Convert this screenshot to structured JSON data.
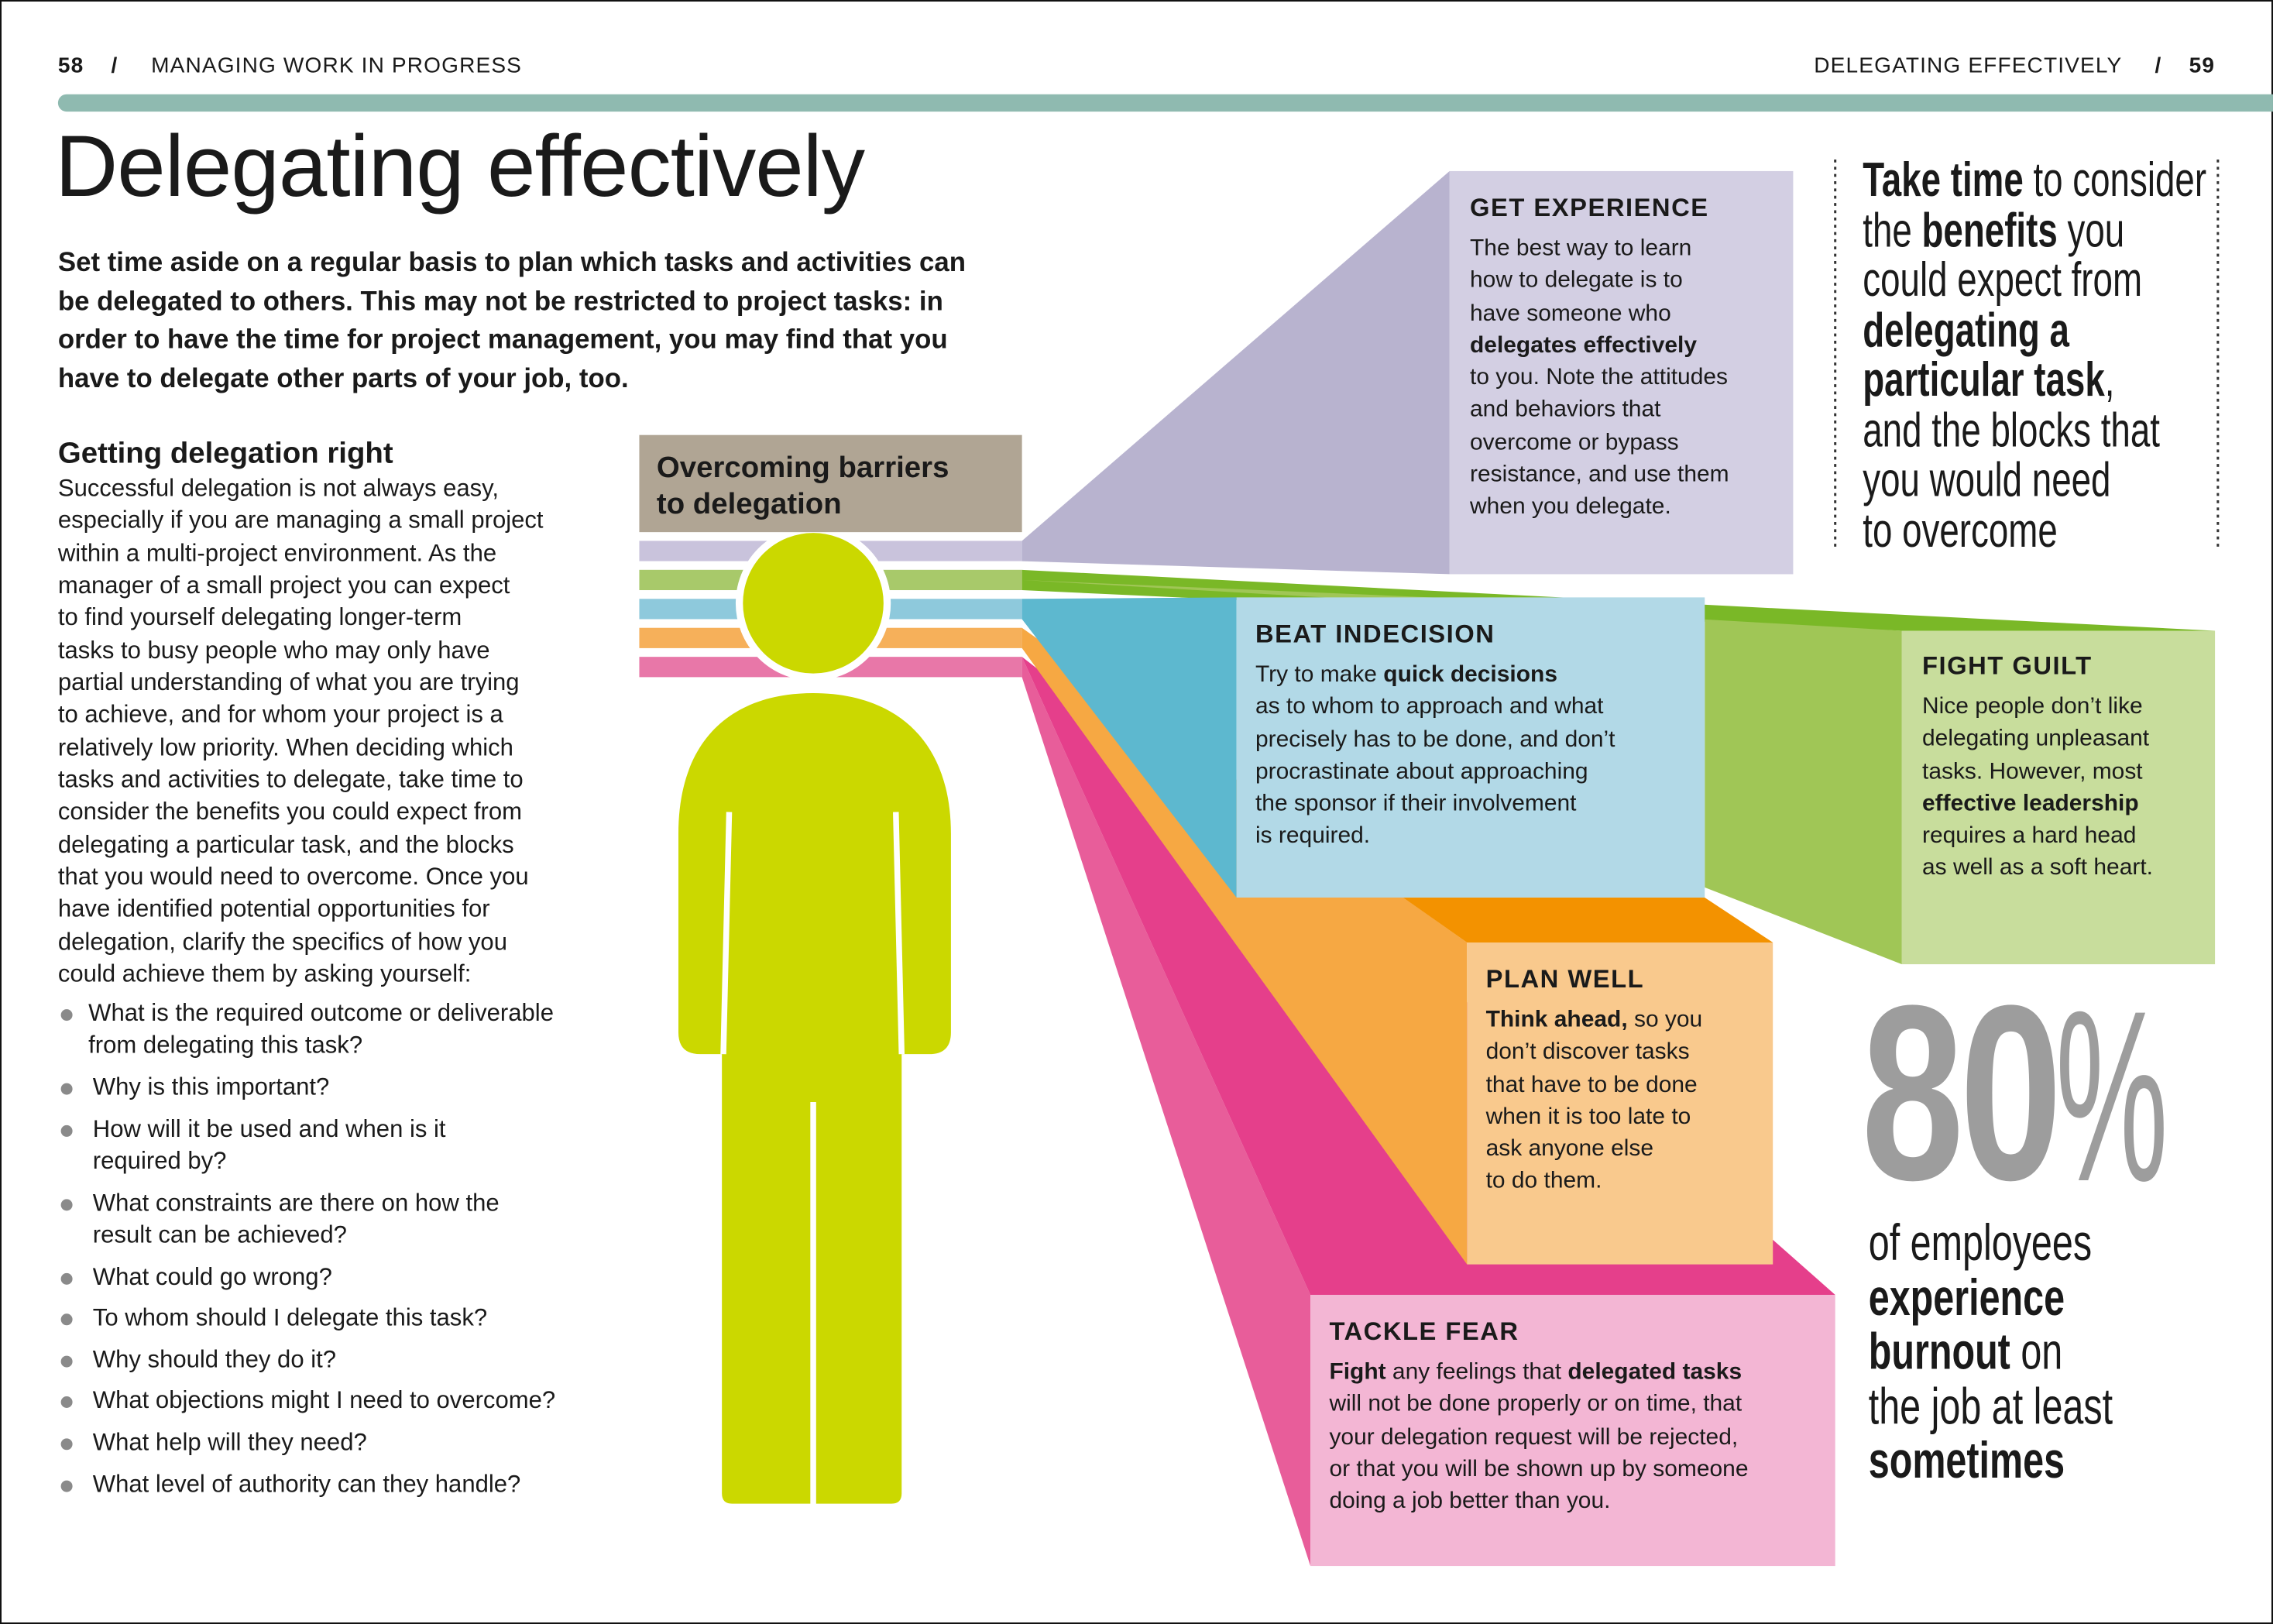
{
  "header": {
    "left_page_number": "58",
    "left_section": "MANAGING WORK IN PROGRESS",
    "right_section": "DELEGATING EFFECTIVELY",
    "right_page_number": "59",
    "separator": "/"
  },
  "title": "Delegating effectively",
  "intro_lines": [
    "Set time aside on a regular basis to plan which tasks and activities can",
    "be delegated to others. This may not be restricted to project tasks: in",
    "order to have the time for project management, you may find that you",
    "have to delegate other parts of your job, too."
  ],
  "section_heading": "Getting delegation right",
  "body_lines": [
    "Successful delegation is not always easy,",
    "especially if you are managing a small project",
    "within a multi-project environment. As the",
    "manager of a small project you can expect",
    "to find yourself delegating longer-term",
    "tasks to busy people who may only have",
    "partial understanding of what you are trying",
    "to achieve, and for whom your project is a",
    "relatively low priority. When deciding which",
    "tasks and activities to delegate, take time to",
    "consider the benefits you could expect from",
    "delegating a particular task, and the blocks",
    "that you would need to overcome. Once you",
    "have identified potential opportunities for",
    "delegation, clarify the specifics of how you",
    "could achieve them by asking yourself:"
  ],
  "questions": [
    [
      "What is the required outcome or deliverable",
      "from delegating this task?"
    ],
    [
      "Why is this important?"
    ],
    [
      "How will it be used and when is it",
      "required by?"
    ],
    [
      "What constraints are there on how the",
      "result can be achieved?"
    ],
    [
      "What could go wrong?"
    ],
    [
      "To whom should I delegate this task?"
    ],
    [
      "Why should they do it?"
    ],
    [
      "What objections might I need to overcome?"
    ],
    [
      "What help will they need?"
    ],
    [
      "What level of authority can they handle?"
    ]
  ],
  "diagram": {
    "label_lines": [
      "Overcoming barriers",
      "to delegation"
    ],
    "colors": {
      "label_bg": "#b0a594",
      "figure": "#cbd800",
      "lavender": "#c9c3dc",
      "green": "#a8c96a",
      "blue": "#8ec9dc",
      "orange": "#f6b05a",
      "pink": "#e877a8",
      "accent_teal": "#8fbab0",
      "stat_gray": "#9d9d9d"
    },
    "get_experience": {
      "heading": "GET EXPERIENCE",
      "lines": [
        "The best way to learn",
        "how to delegate is to",
        "have someone who",
        [
          {
            "b": "delegates effectively"
          }
        ],
        "to you. Note the attitudes",
        "and behaviors that",
        "overcome or bypass",
        "resistance, and use them",
        "when you delegate."
      ]
    },
    "beat_indecision": {
      "heading": "BEAT INDECISION",
      "lines": [
        [
          "Try to make ",
          {
            "b": "quick decisions"
          }
        ],
        "as to whom to approach and what",
        "precisely has to be done, and don’t",
        "procrastinate about approaching",
        "the sponsor if their involvement",
        "is required."
      ]
    },
    "fight_guilt": {
      "heading": "FIGHT GUILT",
      "lines": [
        "Nice people don’t like",
        "delegating unpleasant",
        "tasks. However, most",
        [
          {
            "b": "effective leadership"
          }
        ],
        "requires a hard head",
        "as well as a soft heart."
      ]
    },
    "plan_well": {
      "heading": "PLAN WELL",
      "lines": [
        [
          {
            "b": "Think ahead,"
          },
          " so you"
        ],
        "don’t discover tasks",
        "that have to be done",
        "when it is too late to",
        "ask anyone else",
        "to do them."
      ]
    },
    "tackle_fear": {
      "heading": "TACKLE FEAR",
      "lines": [
        [
          {
            "b": "Fight"
          },
          " any feelings that ",
          {
            "b": "delegated tasks"
          }
        ],
        "will not be done properly or on time, that",
        "your delegation request will be rejected,",
        "or that you will be shown up by someone",
        "doing a job better than you."
      ]
    }
  },
  "pull_quote": {
    "lines": [
      [
        {
          "b": "Take time"
        },
        " to consider"
      ],
      [
        "the ",
        {
          "b": "benefits"
        },
        " you"
      ],
      "could expect from",
      [
        {
          "b": "delegating a"
        }
      ],
      [
        {
          "b": "particular task"
        },
        ","
      ],
      "and the blocks that",
      "you would need",
      "to overcome"
    ]
  },
  "statistic": {
    "value": "80",
    "unit": "%",
    "lines": [
      "of employees",
      [
        {
          "b": "experience"
        }
      ],
      [
        {
          "b": "burnout"
        },
        " on"
      ],
      "the job at least",
      [
        {
          "b": "sometimes"
        }
      ]
    ]
  }
}
